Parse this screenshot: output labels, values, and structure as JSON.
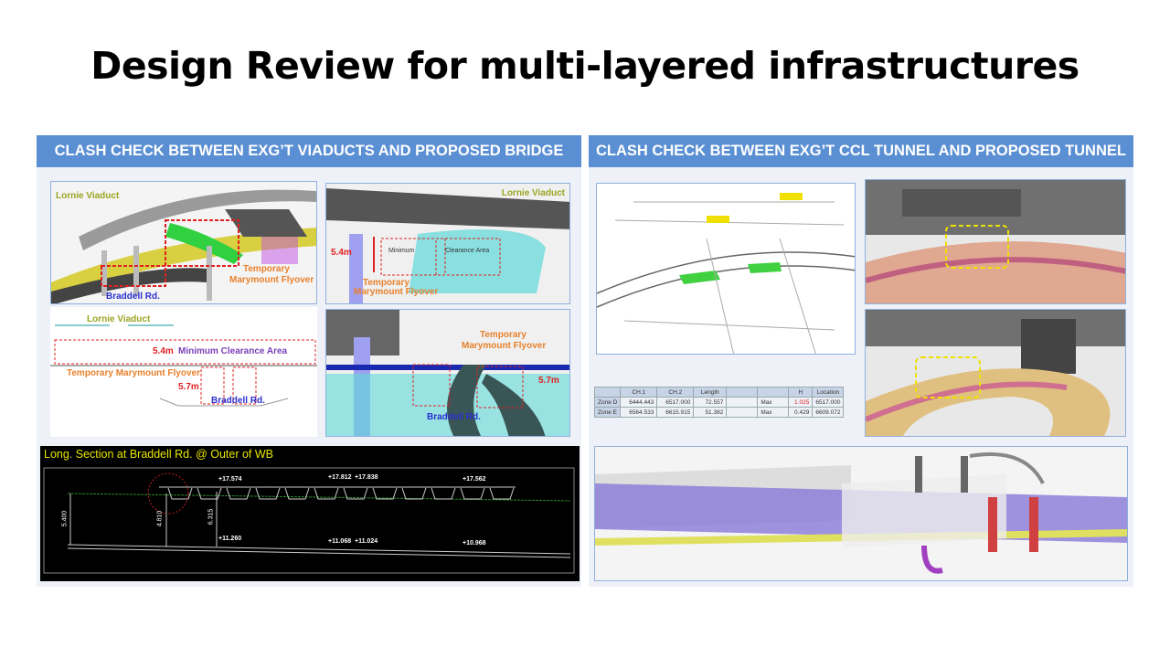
{
  "title": "Design Review for multi-layered infrastructures",
  "left_panel": {
    "header": "CLASH CHECK BETWEEN EXG’T VIADUCTS AND PROPOSED BRIDGE",
    "labels": {
      "lornie": "Lornie Viaduct",
      "flyover": "Temporary Marymount Flyover",
      "flyover_l1": "Temporary",
      "flyover_l2": "Marymount Flyover",
      "braddell": "Braddell Rd.",
      "h54": "5.4m",
      "h57": "5.7m",
      "mca": "Minimum Clearance Area",
      "min": "Minimum",
      "clr": "Clearance Area"
    },
    "section": {
      "title": "Long. Section at Braddell Rd. @ Outer of WB",
      "top_levels": [
        "+17.574",
        "+17.812",
        "+17.838",
        "+17.562"
      ],
      "bottom_levels": [
        "+11.260",
        "+11.068",
        "+11.024",
        "+10.968"
      ],
      "dims": [
        "5.400",
        "4.810",
        "6.315"
      ]
    }
  },
  "right_panel": {
    "header": "CLASH CHECK BETWEEN EXG’T CCL TUNNEL AND PROPOSED TUNNEL",
    "table": {
      "headers": [
        "",
        "CH.1",
        "CH.2",
        "Length",
        "",
        "",
        "H",
        "Location"
      ],
      "rows": [
        [
          "Zone D",
          "6444.443",
          "6517.000",
          "72.557",
          "",
          "Max",
          "1.025",
          "6517.000"
        ],
        [
          "Zone E",
          "6564.533",
          "6615.915",
          "51.382",
          "",
          "Max",
          "0.429",
          "6609.072"
        ]
      ]
    },
    "colors": {
      "highlight": "#e02020",
      "clash_box": "#f0e000"
    }
  }
}
